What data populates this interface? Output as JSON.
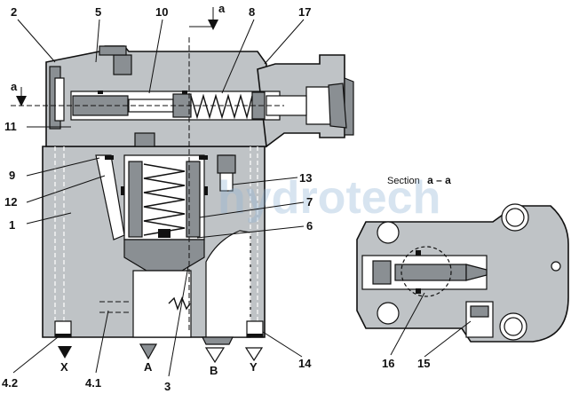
{
  "section_title": {
    "prefix": "Section",
    "name": "a – a"
  },
  "watermark": "hydrotech",
  "section_marks": {
    "top": "a",
    "left": "a"
  },
  "callouts": [
    "2",
    "5",
    "10",
    "8",
    "17",
    "11",
    "9",
    "12",
    "1",
    "13",
    "7",
    "6",
    "4.2",
    "4.1",
    "3",
    "14",
    "16",
    "15"
  ],
  "ports": [
    "X",
    "A",
    "B",
    "Y"
  ],
  "colors": {
    "body": "#bfc3c6",
    "dark": "#8a8f93",
    "line": "#111111",
    "watermark": "#8fb3d6"
  }
}
